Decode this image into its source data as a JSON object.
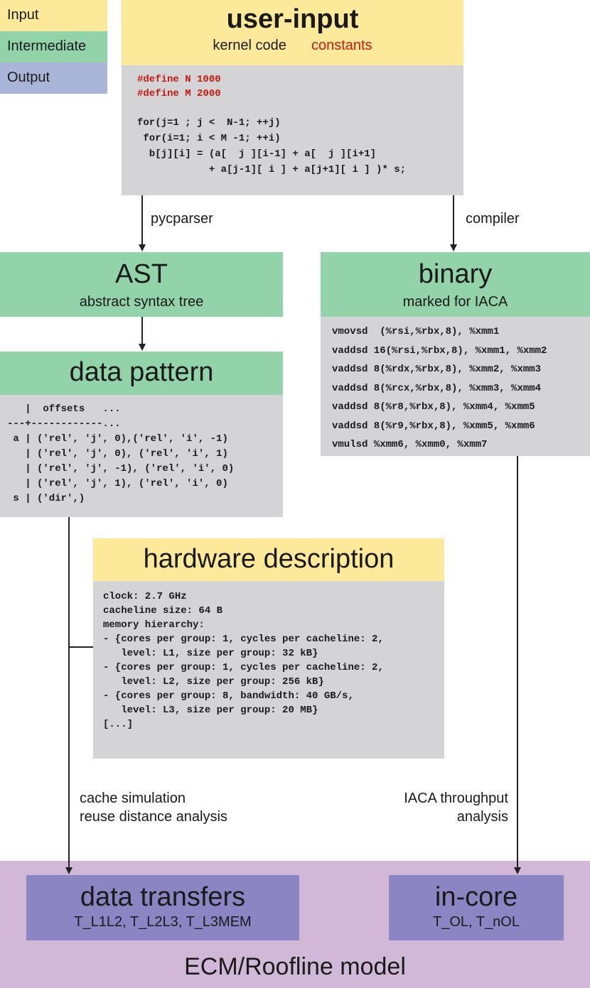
{
  "legend": {
    "input": "Input",
    "intermediate": "Intermediate",
    "output": "Output"
  },
  "user_input": {
    "title": "user-input",
    "subtitle_a": "kernel code",
    "subtitle_b": "constants",
    "code_defines": "#define N 1000\n#define M 2000",
    "code_loop": "for(j=1 ; j <  N-1; ++j)\n for(i=1; i < M -1; ++i)\n  b[j][i] = (a[  j ][i-1] + a[  j ][i+1]\n            + a[j-1][ i ] + a[j+1][ i ] )* s;"
  },
  "edges": {
    "pycparser": "pycparser",
    "compiler": "compiler",
    "cache_1": "cache simulation",
    "cache_2": "reuse distance analysis",
    "iaca_1": "IACA throughput",
    "iaca_2": "analysis"
  },
  "ast": {
    "title": "AST",
    "subtitle": "abstract syntax tree"
  },
  "binary": {
    "title": "binary",
    "subtitle": "marked for IACA",
    "code": "vmovsd  (%rsi,%rbx,8), %xmm1\nvaddsd 16(%rsi,%rbx,8), %xmm1, %xmm2\nvaddsd 8(%rdx,%rbx,8), %xmm2, %xmm3\nvaddsd 8(%rcx,%rbx,8), %xmm3, %xmm4\nvaddsd 8(%r8,%rbx,8), %xmm4, %xmm5\nvaddsd 8(%r9,%rbx,8), %xmm5, %xmm6\nvmulsd %xmm6, %xmm0, %xmm7"
  },
  "data_pattern": {
    "title": "data pattern",
    "code": "   |  offsets   ...\n---+------------...\n a | ('rel', 'j', 0),('rel', 'i', -1)\n   | ('rel', 'j', 0), ('rel', 'i', 1)\n   | ('rel', 'j', -1), ('rel', 'i', 0)\n   | ('rel', 'j', 1), ('rel', 'i', 0)\n s | ('dir',)"
  },
  "hardware": {
    "title": "hardware description",
    "code": "clock: 2.7 GHz\ncacheline size: 64 B\nmemory hierarchy:\n- {cores per group: 1, cycles per cacheline: 2,\n   level: L1, size per group: 32 kB}\n- {cores per group: 1, cycles per cacheline: 2,\n   level: L2, size per group: 256 kB}\n- {cores per group: 8, bandwidth: 40 GB/s,\n   level: L3, size per group: 20 MB}\n[...]"
  },
  "model": {
    "title": "ECM/Roofline model",
    "data_transfers": {
      "title": "data transfers",
      "subtitle": "T_L1L2, T_L2L3, T_L3MEM"
    },
    "in_core": {
      "title": "in-core",
      "subtitle": "T_OL, T_nOL"
    }
  }
}
